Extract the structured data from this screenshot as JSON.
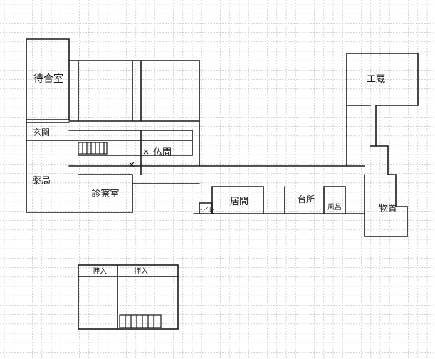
{
  "labels": {
    "taiki_shitsu": "待合室",
    "genkan": "玄関",
    "yakkyoku": "薬局",
    "shinsatsu_shitsu": "診察室",
    "butsuma": "仏間",
    "toire": "トイレ",
    "ima": "居間",
    "daidokoro": "台所",
    "furo": "風呂",
    "kobo": "工蔵",
    "monooki": "物置",
    "oshiire_1": "押入",
    "oshiire_2": "押入"
  },
  "colors": {
    "grid": "#b9b9b9",
    "ink": "#1a1a1a",
    "paper": "#ffffff"
  }
}
